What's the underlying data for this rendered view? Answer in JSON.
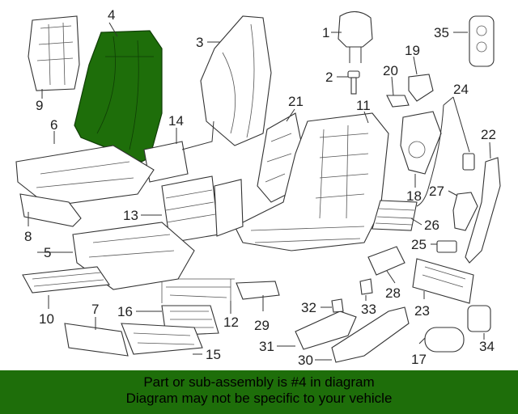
{
  "diagram": {
    "highlight_color": "#1e6e0a",
    "highlighted_part": "4",
    "callouts": [
      "1",
      "2",
      "3",
      "4",
      "5",
      "6",
      "8",
      "9",
      "10",
      "11",
      "12",
      "13",
      "14",
      "15",
      "16",
      "17",
      "18",
      "19",
      "20",
      "21",
      "22",
      "23",
      "24",
      "25",
      "26",
      "27",
      "28",
      "29",
      "30",
      "31",
      "32",
      "33",
      "34",
      "35",
      "7"
    ]
  },
  "footer": {
    "line1": "Part or sub-assembly is #4 in diagram",
    "line2": "Diagram may not be specific to your vehicle"
  }
}
